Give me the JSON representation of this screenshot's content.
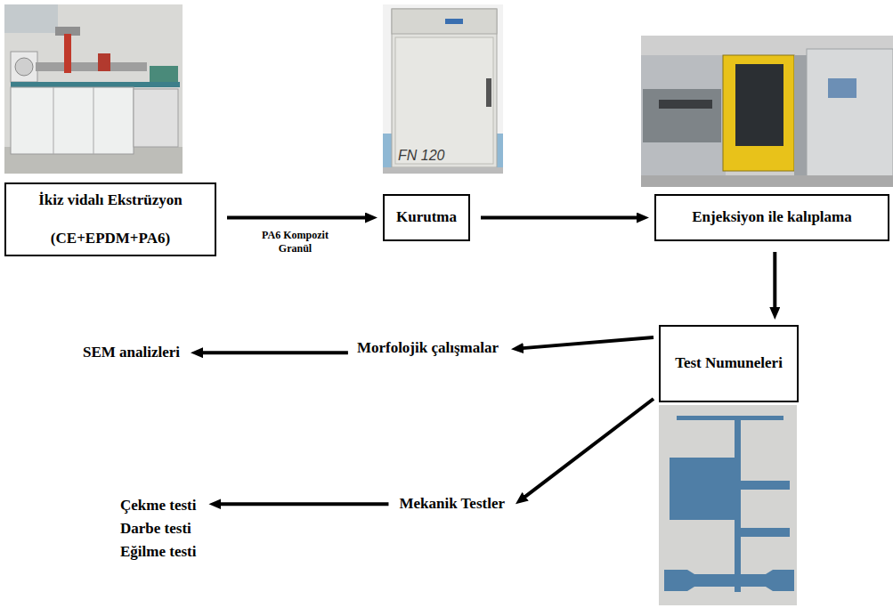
{
  "diagram": {
    "nodes": [
      {
        "text": [
          "İkiz vidalı Ekstrüzyon",
          "(CE+EPDM+PA6)"
        ]
      },
      {
        "text": [
          "Kurutma"
        ]
      },
      {
        "text": [
          "Enjeksiyon ile kalıplama"
        ]
      },
      {
        "text": [
          "Test Numuneleri"
        ]
      },
      {
        "text": [
          "Morfolojik çalışmalar"
        ]
      },
      {
        "text": [
          "SEM analizleri"
        ]
      },
      {
        "text": [
          "Mekanik Testler"
        ]
      },
      {
        "text": [
          "Çekme testi",
          "Darbe testi",
          "Eğilme testi"
        ]
      }
    ],
    "edges": [
      {
        "from": 0,
        "to": 1,
        "label": "PA6 Kompozit Granül",
        "arrow": "to"
      },
      {
        "from": 1,
        "to": 2,
        "arrow": "to"
      },
      {
        "from": 2,
        "to": 3,
        "arrow": "to"
      },
      {
        "from": 3,
        "to": 4,
        "arrow": "to"
      },
      {
        "from": 4,
        "to": 5,
        "arrow": "to"
      },
      {
        "from": 3,
        "to": 6,
        "arrow": "to"
      },
      {
        "from": 6,
        "to": 7,
        "arrow": "to"
      }
    ],
    "labels": [
      "FN 120"
    ]
  }
}
